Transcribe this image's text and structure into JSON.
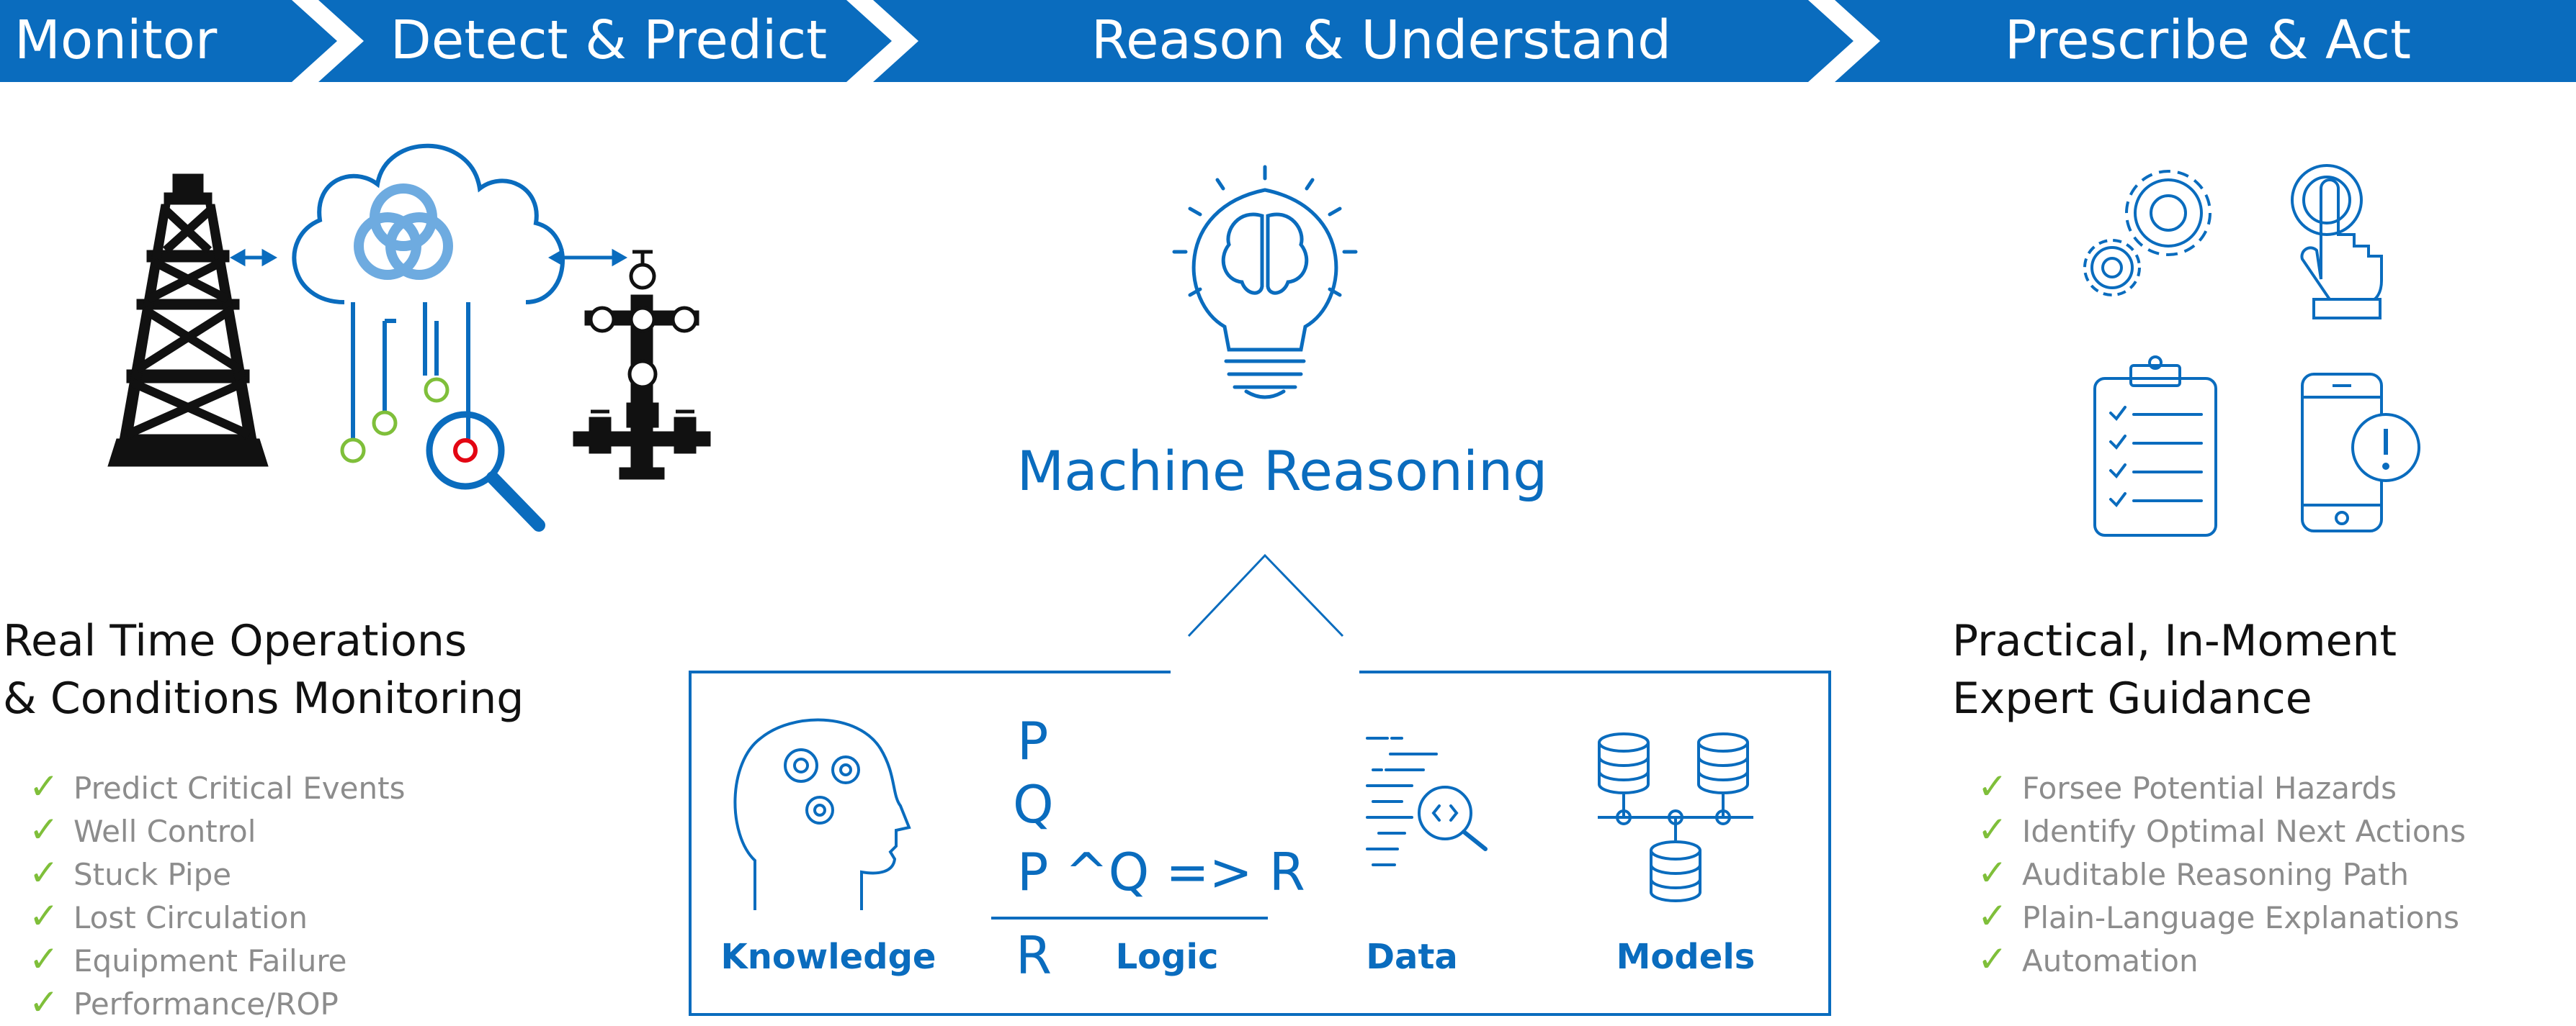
{
  "banner": {
    "color": "#0a6cbe",
    "stages": [
      "Monitor",
      "Detect & Predict",
      "Reason & Understand",
      "Prescribe & Act"
    ]
  },
  "left": {
    "heading_line1": "Real Time Operations",
    "heading_line2": "& Conditions Monitoring",
    "items": [
      "Predict Critical Events",
      "Well Control",
      "Stuck Pipe",
      "Lost Circulation",
      "Equipment Failure",
      "Performance/ROP"
    ],
    "icons": [
      "oil-derrick-icon",
      "cloud-network-icon",
      "magnifier-icon",
      "wellhead-valve-icon"
    ]
  },
  "center": {
    "title": "Machine Reasoning",
    "pillars": [
      "Knowledge",
      "Logic",
      "Data",
      "Models"
    ],
    "logic": {
      "p": "P",
      "q": "Q",
      "premise": "P ^Q => R",
      "conclusion": "R"
    },
    "icons": [
      "lightbulb-brain-icon",
      "head-gears-icon",
      "data-search-icon",
      "database-network-icon"
    ]
  },
  "right": {
    "heading_line1": "Practical, In-Moment",
    "heading_line2": "Expert Guidance",
    "items": [
      "Forsee Potential Hazards",
      "Identify Optimal Next Actions",
      "Auditable Reasoning Path",
      "Plain-Language Explanations",
      "Automation"
    ],
    "icons": [
      "gears-icon",
      "touch-hand-icon",
      "checklist-clipboard-icon",
      "mobile-alert-icon"
    ]
  },
  "colors": {
    "accent": "#0a6cbe",
    "check": "#7fbf3a",
    "muted_text": "#8c8c8c",
    "alert_red": "#e30613"
  }
}
